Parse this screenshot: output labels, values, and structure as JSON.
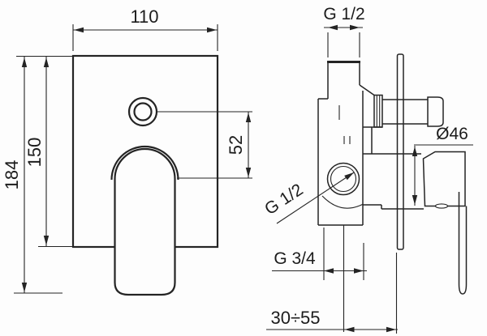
{
  "labels": {
    "plate_width": "110",
    "total_height": "184",
    "plate_height": "150",
    "button_offset": "52",
    "top_thread": "G 1/2",
    "side_thread": "G 1/2",
    "bottom_thread": "G 3/4",
    "rosette_diameter": "Ø46",
    "mounting_depth_range": "30÷55"
  },
  "colors": {
    "line": "#242424",
    "text": "#1c1c1c",
    "background": "#fdfdfd"
  }
}
